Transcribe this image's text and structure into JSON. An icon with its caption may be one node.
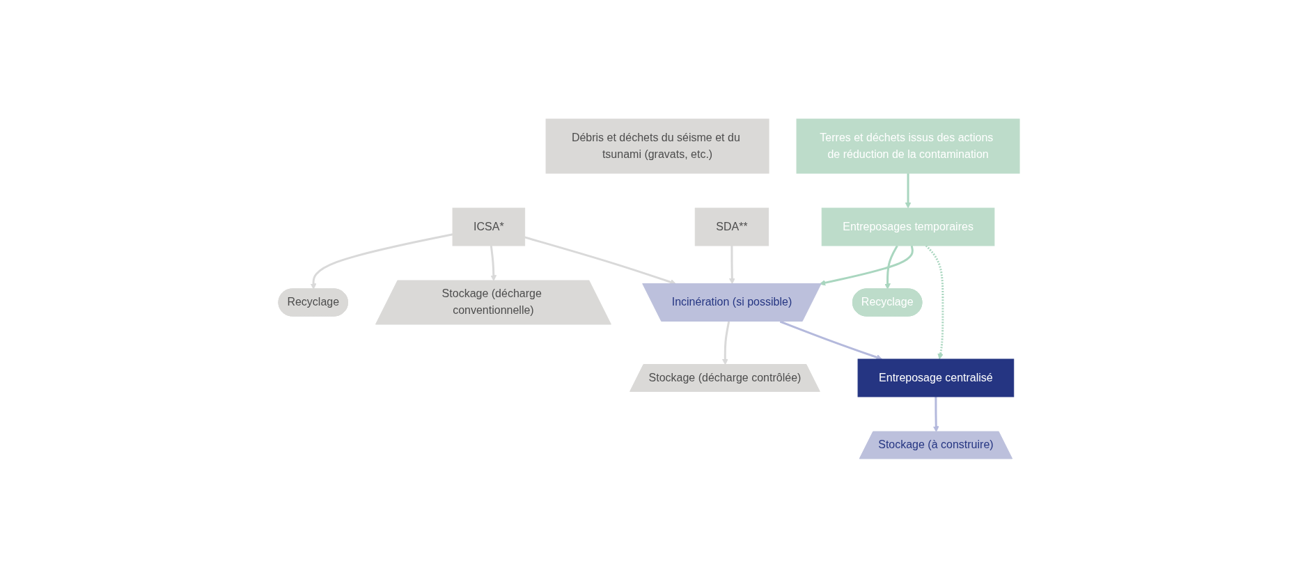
{
  "diagram": {
    "nodes": [
      {
        "text": [
          "Débris et déchets du séisme et du tsunami (gravats, etc.)"
        ]
      },
      {
        "text": [
          "ICSA*"
        ]
      },
      {
        "text": [
          "SDA**"
        ]
      },
      {
        "text": [
          "Terres et déchets issus des actions de réduction de la contamination"
        ]
      },
      {
        "text": [
          "Recyclage"
        ]
      },
      {
        "text": [
          "Entreposages temporaires"
        ]
      },
      {
        "text": [
          "Stockage (décharge conventionnelle)"
        ]
      },
      {
        "text": [
          "Recyclage"
        ]
      },
      {
        "text": [
          "Incinération (si possible)"
        ]
      },
      {
        "text": [
          "Stockage (décharge contrôlée)"
        ]
      },
      {
        "text": [
          "Entreposage centralisé"
        ]
      },
      {
        "text": [
          "Stockage (à construire)"
        ]
      }
    ],
    "edges": [
      {
        "from": 1,
        "to": 4,
        "arrow": "to"
      },
      {
        "from": 1,
        "to": 6,
        "arrow": "to"
      },
      {
        "from": 1,
        "to": 8,
        "arrow": "to"
      },
      {
        "from": 2,
        "to": 8,
        "arrow": "to"
      },
      {
        "from": 3,
        "to": 5,
        "arrow": "to",
        "color": "#a9d6bf"
      },
      {
        "from": 5,
        "to": 7,
        "arrow": "to",
        "color": "#a9d6bf"
      },
      {
        "from": 5,
        "to": 8,
        "arrow": "to",
        "color": "#a9d6bf"
      },
      {
        "from": 5,
        "to": 10,
        "arrow": "to",
        "style": "dashed",
        "color": "#a9d6bf"
      },
      {
        "from": 8,
        "to": 9,
        "arrow": "to"
      },
      {
        "from": 8,
        "to": 10,
        "arrow": "to",
        "color": "#b4b9dc"
      },
      {
        "from": 10,
        "to": 11,
        "arrow": "to",
        "color": "#b4b9dc"
      }
    ]
  }
}
